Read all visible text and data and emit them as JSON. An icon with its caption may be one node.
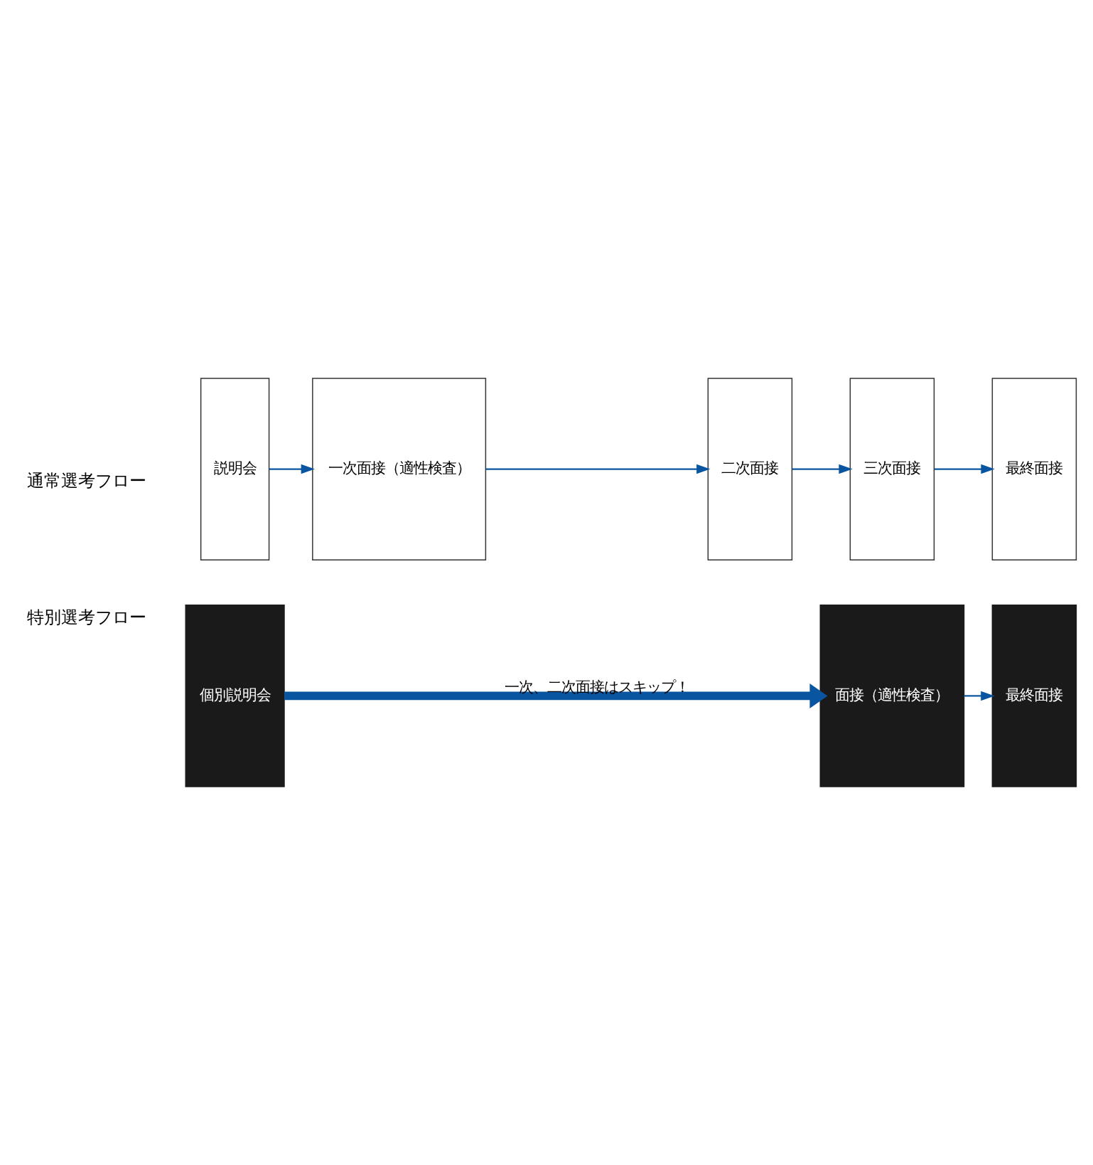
{
  "diagram": {
    "nodes": [
      {
        "text": [
          "説明会"
        ]
      },
      {
        "text": [
          "一次面接（適性検査）"
        ]
      },
      {
        "text": [
          "二次面接"
        ]
      },
      {
        "text": [
          "三次面接"
        ]
      },
      {
        "text": [
          "最終面接"
        ]
      },
      {
        "text": [
          "個別説明会"
        ]
      },
      {
        "text": [
          "面接（適性検査）"
        ]
      },
      {
        "text": [
          "最終面接"
        ]
      }
    ],
    "edges": [
      {
        "from": 0,
        "to": 1,
        "arrow": "to"
      },
      {
        "from": 1,
        "to": 2,
        "arrow": "to"
      },
      {
        "from": 2,
        "to": 3,
        "arrow": "to"
      },
      {
        "from": 3,
        "to": 4,
        "arrow": "to"
      },
      {
        "from": 5,
        "to": 6,
        "arrow": "to",
        "label": "一次、二次面接はスキップ！",
        "style": "thick"
      },
      {
        "from": 6,
        "to": 7,
        "arrow": "to"
      }
    ],
    "labels": [
      "通常選考フロー",
      "特別選考フロー"
    ]
  }
}
